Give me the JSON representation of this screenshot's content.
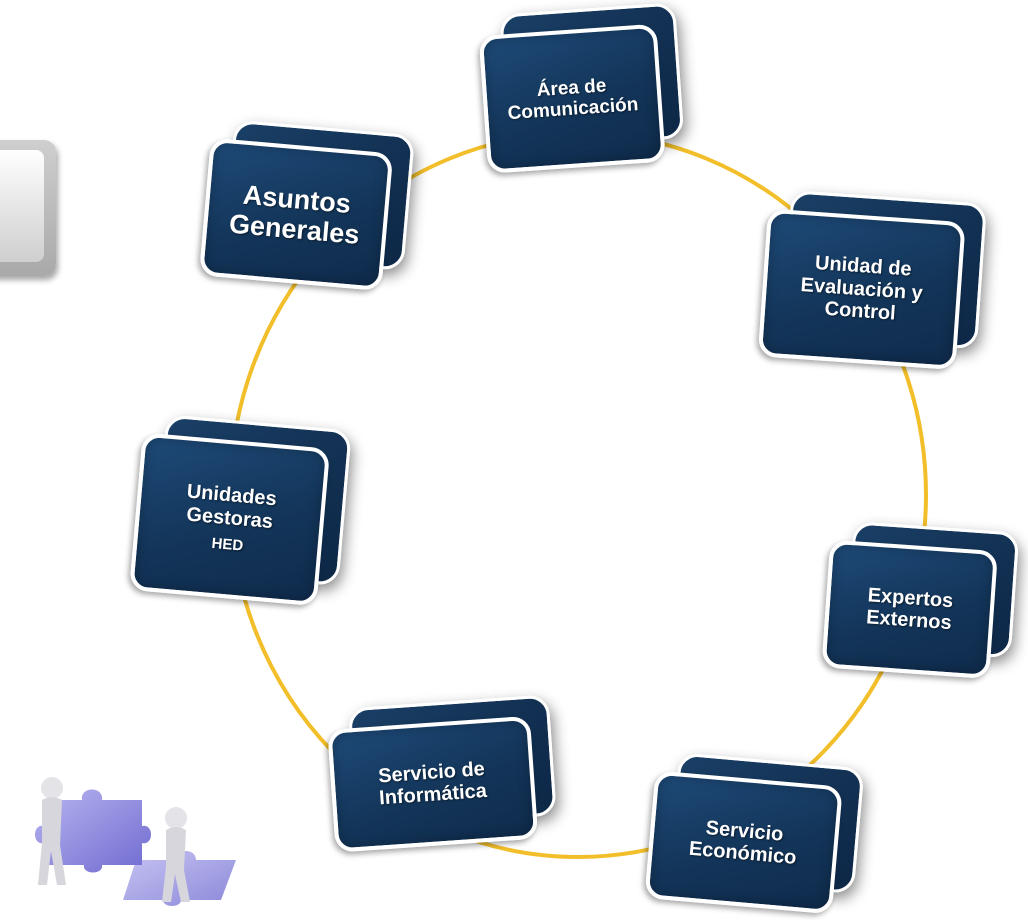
{
  "diagram": {
    "nodes": [
      {
        "id": "area-comunicacion",
        "lines": [
          "Área de",
          "Comunicación"
        ]
      },
      {
        "id": "unidad-evaluacion",
        "lines": [
          "Unidad de",
          "Evaluación y",
          "Control"
        ]
      },
      {
        "id": "expertos-externos",
        "lines": [
          "Expertos",
          "Externos"
        ]
      },
      {
        "id": "servicio-economico",
        "lines": [
          "Servicio",
          "Económico"
        ]
      },
      {
        "id": "servicio-informatica",
        "lines": [
          "Servicio de",
          "Informática"
        ]
      },
      {
        "id": "unidades-gestoras",
        "lines": [
          "Unidades",
          "Gestoras"
        ],
        "sub": "HED"
      },
      {
        "id": "asuntos-generales",
        "lines": [
          "Asuntos",
          "Generales"
        ]
      }
    ],
    "ring_color": "#f2bf2a",
    "box_color": "#133559"
  }
}
